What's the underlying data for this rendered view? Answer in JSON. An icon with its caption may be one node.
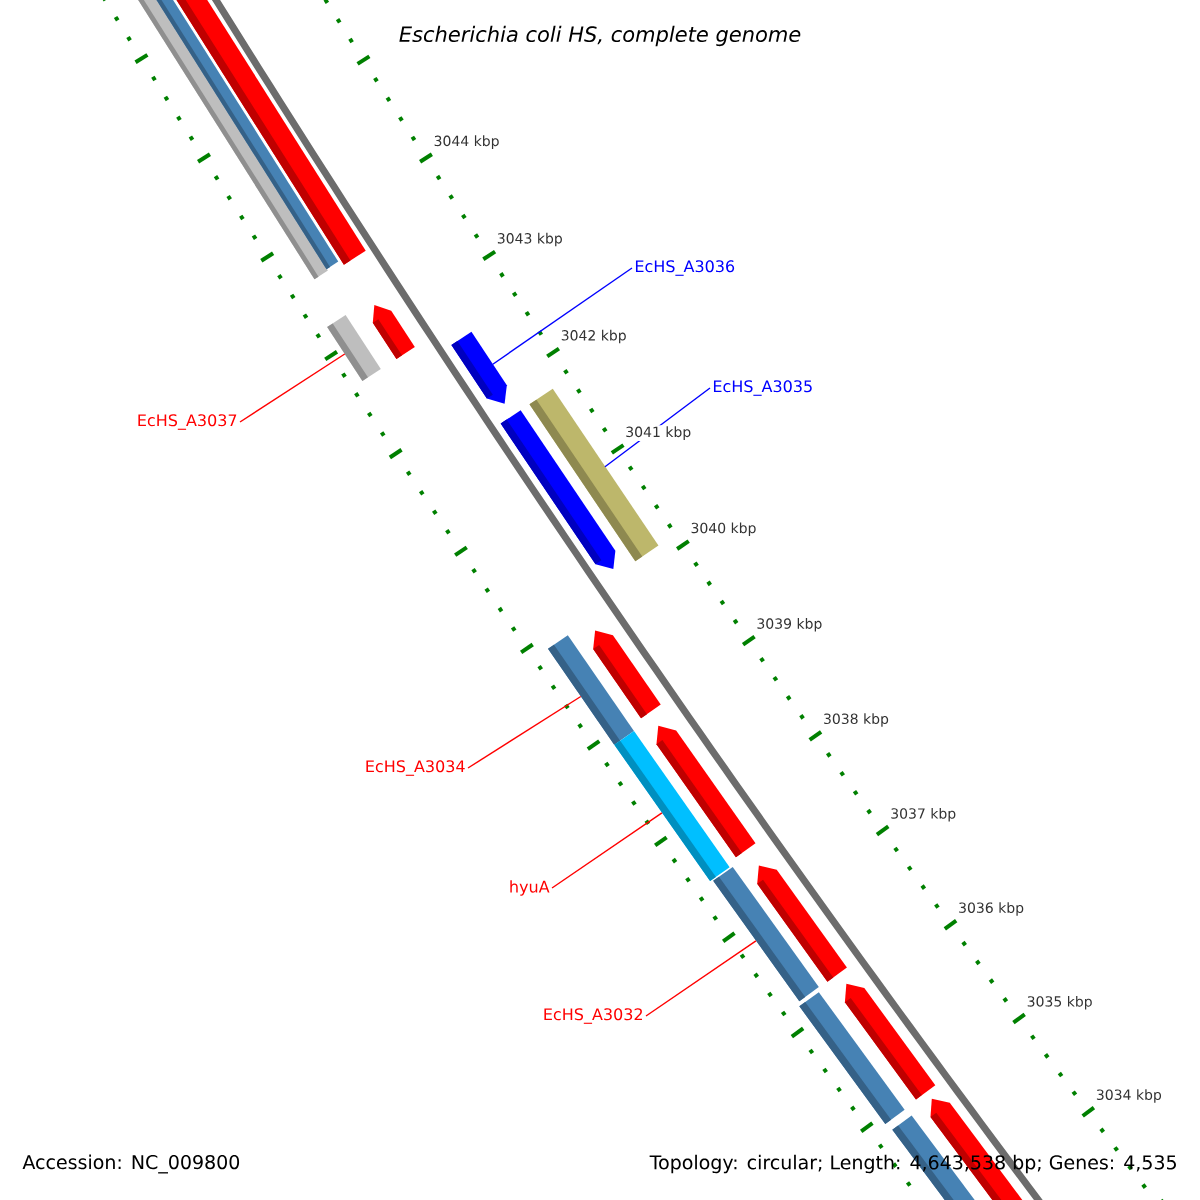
{
  "diagram": {
    "title": "Escherichia coli HS, complete genome",
    "nodes": [
      {
        "text": [
          "EcHS_A3037"
        ]
      },
      {
        "text": [
          "EcHS_A3036"
        ]
      },
      {
        "text": [
          "EcHS_A3035"
        ]
      },
      {
        "text": [
          "EcHS_A3034"
        ]
      },
      {
        "text": [
          "hyuA"
        ]
      },
      {
        "text": [
          "EcHS_A3032"
        ]
      },
      {
        "text": [],
        "shape": "bar"
      },
      {
        "text": [],
        "shape": "bar"
      },
      {
        "text": [],
        "shape": "bar"
      },
      {
        "text": [],
        "shape": "bar"
      },
      {
        "text": [],
        "shape": "bar"
      },
      {
        "text": [],
        "shape": "bar"
      },
      {
        "text": [],
        "shape": "bar"
      },
      {
        "text": [],
        "shape": "bar"
      },
      {
        "text": [],
        "shape": "bar"
      },
      {
        "text": [],
        "shape": "bar"
      },
      {
        "text": [],
        "shape": "bar"
      },
      {
        "text": [],
        "shape": "bar"
      },
      {
        "text": [],
        "shape": "bar"
      },
      {
        "text": [],
        "shape": "bar"
      },
      {
        "text": [],
        "shape": "bar"
      },
      {
        "text": [],
        "shape": "bar"
      },
      {
        "text": [],
        "shape": "bar"
      },
      {
        "text": [],
        "shape": "bar"
      }
    ],
    "edges": [
      {
        "from": 0,
        "to": 10,
        "arrow": "none"
      },
      {
        "from": 1,
        "to": 11,
        "arrow": "none",
        "color": "#0000ff"
      },
      {
        "from": 2,
        "to": 12,
        "arrow": "none",
        "color": "#0000ff"
      },
      {
        "from": 3,
        "to": 15,
        "arrow": "none"
      },
      {
        "from": 4,
        "to": 17,
        "arrow": "none"
      },
      {
        "from": 5,
        "to": 19,
        "arrow": "none"
      }
    ],
    "labels": [
      "3044 kbp",
      "3043 kbp",
      "3042 kbp",
      "3041 kbp",
      "3040 kbp",
      "3039 kbp",
      "3038 kbp",
      "3037 kbp",
      "3036 kbp",
      "3035 kbp",
      "3034 kbp",
      "Accession: NC_009800",
      "Topology: circular; Length: 4,643,538 bp; Genes: 4,535"
    ]
  }
}
